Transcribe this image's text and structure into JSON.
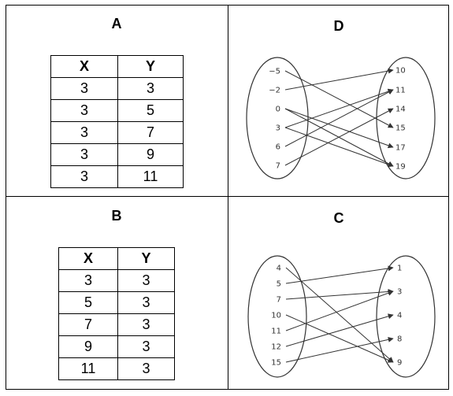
{
  "panel_a": {
    "title": "A",
    "headers": [
      "X",
      "Y"
    ],
    "rows": [
      [
        "3",
        "3"
      ],
      [
        "3",
        "5"
      ],
      [
        "3",
        "7"
      ],
      [
        "3",
        "9"
      ],
      [
        "3",
        "11"
      ]
    ]
  },
  "panel_b": {
    "title": "B",
    "headers": [
      "X",
      "Y"
    ],
    "rows": [
      [
        "3",
        "3"
      ],
      [
        "5",
        "3"
      ],
      [
        "7",
        "3"
      ],
      [
        "9",
        "3"
      ],
      [
        "11",
        "3"
      ]
    ]
  },
  "panel_d": {
    "title": "D",
    "domain": [
      "−5",
      "−2",
      "0",
      "3",
      "6",
      "7"
    ],
    "range": [
      "10",
      "11",
      "14",
      "15",
      "17",
      "19"
    ],
    "arrows": [
      [
        "−5",
        "15"
      ],
      [
        "−2",
        "10"
      ],
      [
        "0",
        "17"
      ],
      [
        "0",
        "19"
      ],
      [
        "3",
        "11"
      ],
      [
        "6",
        "11"
      ],
      [
        "7",
        "14"
      ],
      [
        "3",
        "19"
      ]
    ]
  },
  "panel_c": {
    "title": "C",
    "domain": [
      "4",
      "5",
      "7",
      "10",
      "11",
      "12",
      "15"
    ],
    "range": [
      "1",
      "3",
      "4",
      "8",
      "9"
    ],
    "arrows": [
      [
        "4",
        "9"
      ],
      [
        "5",
        "1"
      ],
      [
        "7",
        "3"
      ],
      [
        "10",
        "9"
      ],
      [
        "11",
        "3"
      ],
      [
        "12",
        "4"
      ],
      [
        "15",
        "8"
      ]
    ]
  }
}
